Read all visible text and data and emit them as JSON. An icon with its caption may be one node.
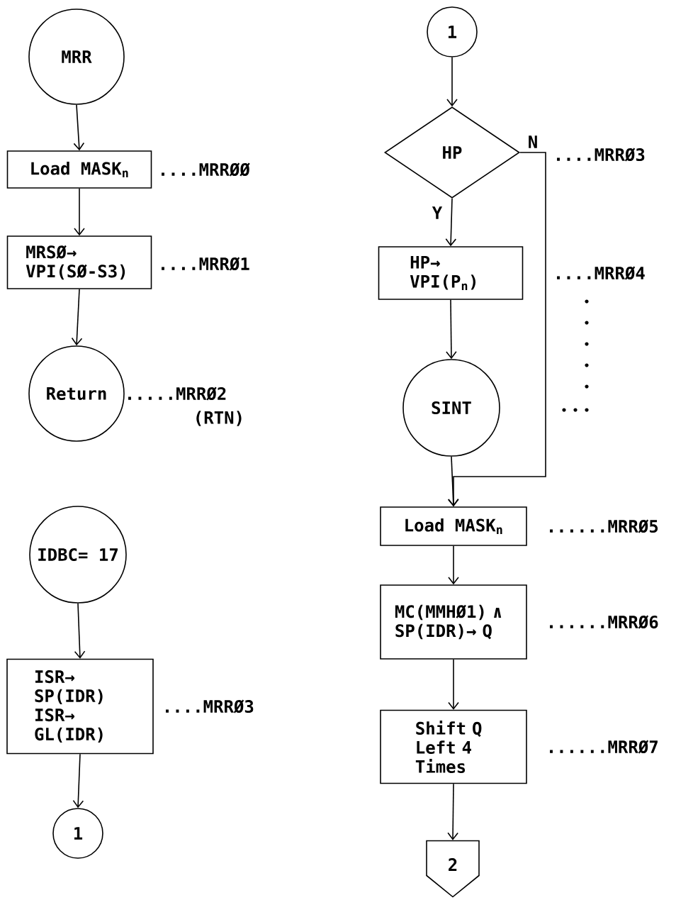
{
  "diagram": {
    "nodes": [
      {
        "text": [
          "MRR"
        ]
      },
      {
        "text": [
          "Load MASK$_{n}$"
        ],
        "beside": [
          "....MRRØØ"
        ]
      },
      {
        "text": [
          "MRSØ→ VPI(SØ-S3)"
        ],
        "beside": [
          "....MRRØ1"
        ]
      },
      {
        "text": [
          "Return"
        ],
        "beside": [
          ".....MRRØ2",
          "(RTN)"
        ]
      },
      {
        "text": [
          "IDBC= 17"
        ]
      },
      {
        "text": [
          "ISR→ SP(IDR) ISR→ GL(IDR)"
        ],
        "beside": [
          "....MRRØ3"
        ]
      },
      {
        "text": [
          "1"
        ]
      },
      {
        "text": [
          "1"
        ]
      },
      {
        "text": [
          "HP"
        ],
        "beside": [
          "....MRRØ3"
        ]
      },
      {
        "text": [
          "HP→ VPI(P$_{n}$)"
        ],
        "beside": [
          "....MRRØ4"
        ]
      },
      {
        "text": [
          "SINT"
        ]
      },
      {
        "text": [
          "Load MASK$_{n}$"
        ],
        "beside": [
          "......MRRØ5"
        ]
      },
      {
        "text": [
          "MC(MMHØ1) ∧ SP(IDR)→ Q"
        ],
        "beside": [
          "......MRRØ6"
        ]
      },
      {
        "text": [
          "Shift Q Left 4 Times"
        ],
        "beside": [
          "......MRRØ7"
        ]
      },
      {
        "text": [
          "2"
        ]
      }
    ],
    "edges": [
      {
        "from": 0,
        "to": 1,
        "arrow": "to"
      },
      {
        "from": 1,
        "to": 2,
        "arrow": "to"
      },
      {
        "from": 2,
        "to": 3,
        "arrow": "to"
      },
      {
        "from": 4,
        "to": 5,
        "arrow": "to"
      },
      {
        "from": 5,
        "to": 6,
        "arrow": "to"
      },
      {
        "from": 7,
        "to": 8,
        "arrow": "to"
      },
      {
        "from": 8,
        "to": 9,
        "arrow": "to",
        "label": "Y"
      },
      {
        "from": 9,
        "to": 10,
        "arrow": "to"
      },
      {
        "from": 8,
        "to": 11,
        "arrow": "to",
        "label": "N"
      },
      {
        "from": 10,
        "to": 11,
        "arrow": "to"
      },
      {
        "from": 11,
        "to": 12,
        "arrow": "to"
      },
      {
        "from": 12,
        "to": 13,
        "arrow": "to"
      },
      {
        "from": 13,
        "to": 14,
        "arrow": "to"
      }
    ]
  }
}
